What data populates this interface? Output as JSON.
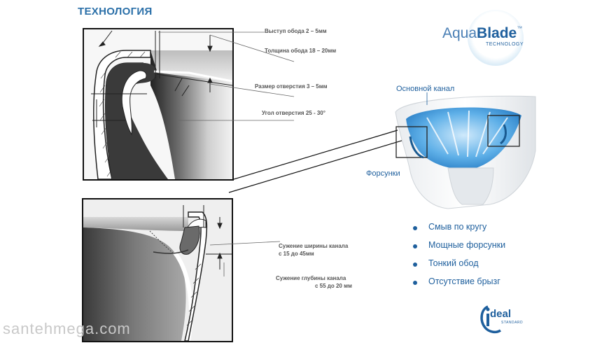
{
  "title": "ТЕХНОЛОГИЯ",
  "top_annotations": {
    "rim_protrusion": "Выступ обода  2 – 5мм",
    "rim_thickness": "Толщина обода 18 – 20мм",
    "hole_size": "Размер отверстия 3 – 5мм",
    "hole_angle": "Угол отверстия 25 - 30°"
  },
  "bottom_annotations": {
    "width_narrowing_1": "Сужение ширины канала",
    "width_narrowing_2": "с 15 до 45мм",
    "depth_narrowing_1": "Сужение глубины канала",
    "depth_narrowing_2": "с 55 до 20 мм"
  },
  "logo": {
    "aqua": "Aqua",
    "blade": "Blade",
    "tm": "™",
    "technology": "TECHNOLOGY"
  },
  "callouts": {
    "main_channel": "Основной канал",
    "nozzles": "Форсунки"
  },
  "features": [
    "Смыв по кругу",
    "Мощные форсунки",
    "Тонкий обод",
    "Отсутствие брызг"
  ],
  "brand": {
    "name": "deal",
    "sub": "STANDARD"
  },
  "watermark": "santehmega.com",
  "colors": {
    "accent": "#1e5f9d",
    "title": "#2a6fa8",
    "annotation": "#555555",
    "water": "#3f9de0"
  }
}
